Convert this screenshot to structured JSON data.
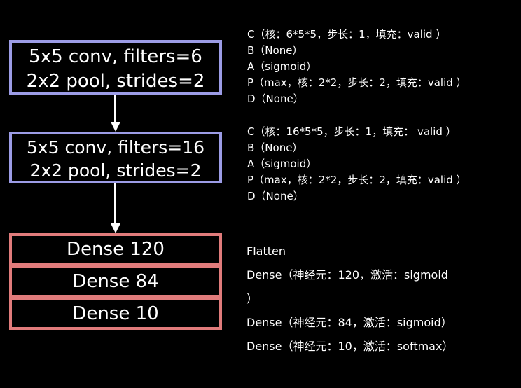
{
  "blocks": [
    {
      "line1": "5x5 conv, filters=6",
      "line2": "2x2 pool, strides=2"
    },
    {
      "line1": "5x5 conv, filters=16",
      "line2": "2x2 pool, strides=2"
    }
  ],
  "dense": [
    "Dense 120",
    "Dense 84",
    "Dense 10"
  ],
  "annotations": {
    "block1": [
      "C（核：6*5*5，步长：1，填充：valid ）",
      "B（None）",
      "A（sigmoid）",
      "P（max，核：2*2，步长：2，填充：valid ）",
      "D（None）"
    ],
    "block2": [
      "C（核：16*5*5，步长：1，填充： valid ）",
      "B（None）",
      "A（sigmoid）",
      "P（max，核：2*2，步长：2，填充：valid ）",
      "D（None）"
    ],
    "dense": [
      "Flatten",
      "Dense（神经元：120，激活：sigmoid",
      "）",
      "Dense（神经元：84，激活：sigmoid）",
      "Dense（神经元：10，激活：softmax）"
    ]
  },
  "colors": {
    "conv_border": "#9c9ce6",
    "dense_border": "#e07b7b",
    "background": "#000000",
    "text": "#ffffff"
  }
}
